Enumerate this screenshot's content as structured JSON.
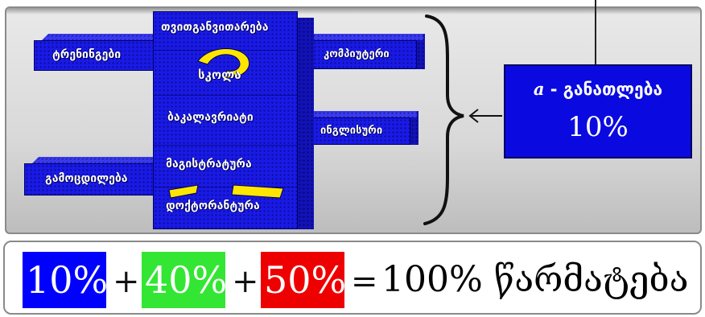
{
  "diagram": {
    "blocks": {
      "self_education": "თვითგანვითარება",
      "school": "სკოლა",
      "bachelor": "ბაკალავრიატი",
      "master": "მაგისტრატურა",
      "doctorate": "დოქტორანტურა",
      "trainings": "ტრენინგები",
      "computer": "კომპიუტერი",
      "english": "ინგლისური",
      "experience": "გამოცდილება"
    },
    "education_box": {
      "letter": "a",
      "label": "- განათლება",
      "value": "10%"
    }
  },
  "equation": {
    "term1": "10%",
    "term2": "40%",
    "term3": "50%",
    "plus": "+",
    "equals": "=",
    "result": "100% წარმატება",
    "colors": {
      "term1": "#0000ff",
      "term2": "#33e633",
      "term3": "#ee0000"
    }
  }
}
